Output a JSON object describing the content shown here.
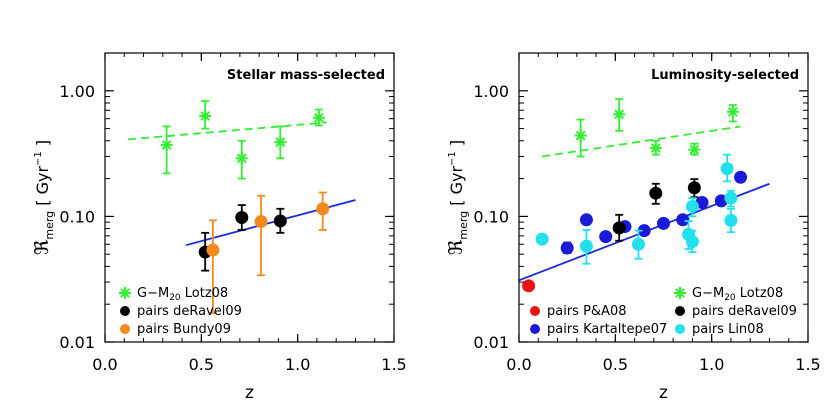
{
  "chart_data": [
    {
      "type": "scatter",
      "annotation": "Stellar mass-selected",
      "xlabel": "z",
      "ylabel_symbol": "ℜ",
      "ylabel_sub": "merg",
      "ylabel_unit_text": "[ Gyr",
      "ylabel_unit_exp": "−1",
      "ylabel_unit_close": "]",
      "xlim": [
        0.0,
        1.5
      ],
      "ylim": [
        0.01,
        2.0
      ],
      "yscale": "log",
      "xtick_labels": [
        "0.0",
        "0.5",
        "1.0",
        "1.5"
      ],
      "xtick_values": [
        0.0,
        0.5,
        1.0,
        1.5
      ],
      "ytick_labels": [
        "0.01",
        "0.10",
        "1.00"
      ],
      "ytick_values": [
        0.01,
        0.1,
        1.0
      ],
      "series": [
        {
          "name_main": "G−M",
          "name_sub": "20",
          "name_rest": " Lotz08",
          "marker": "asterisk",
          "color": "#33ee33",
          "points": [
            {
              "x": 0.32,
              "y": 0.37,
              "ylo": 0.22,
              "yhi": 0.52
            },
            {
              "x": 0.52,
              "y": 0.63,
              "ylo": 0.5,
              "yhi": 0.83
            },
            {
              "x": 0.71,
              "y": 0.29,
              "ylo": 0.2,
              "yhi": 0.4
            },
            {
              "x": 0.91,
              "y": 0.39,
              "ylo": 0.29,
              "yhi": 0.52
            },
            {
              "x": 1.11,
              "y": 0.61,
              "ylo": 0.53,
              "yhi": 0.71
            }
          ]
        },
        {
          "name": "pairs deRavel09",
          "marker": "circle",
          "color": "#000000",
          "points": [
            {
              "x": 0.52,
              "y": 0.052,
              "ylo": 0.037,
              "yhi": 0.074
            },
            {
              "x": 0.71,
              "y": 0.098,
              "ylo": 0.078,
              "yhi": 0.123
            },
            {
              "x": 0.91,
              "y": 0.092,
              "ylo": 0.074,
              "yhi": 0.115
            }
          ]
        },
        {
          "name": "pairs Bundy09",
          "marker": "circle",
          "color": "#f28a1e",
          "points": [
            {
              "x": 0.56,
              "y": 0.054,
              "ylo": 0.017,
              "yhi": 0.093
            },
            {
              "x": 0.81,
              "y": 0.091,
              "ylo": 0.034,
              "yhi": 0.146
            },
            {
              "x": 1.13,
              "y": 0.115,
              "ylo": 0.078,
              "yhi": 0.155
            }
          ]
        }
      ],
      "fits": [
        {
          "color": "#33ee33",
          "style": "dashed",
          "x": [
            0.12,
            1.15
          ],
          "y": [
            0.41,
            0.56
          ]
        },
        {
          "color": "#1a2ad8",
          "style": "solid",
          "x": [
            0.42,
            1.3
          ],
          "y": [
            0.059,
            0.135
          ]
        }
      ]
    },
    {
      "type": "scatter",
      "annotation": "Luminosity-selected",
      "xlabel": "z",
      "ylabel_symbol": "ℜ",
      "ylabel_sub": "merg",
      "ylabel_unit_text": "[ Gyr",
      "ylabel_unit_exp": "−1",
      "ylabel_unit_close": "]",
      "xlim": [
        0.0,
        1.5
      ],
      "ylim": [
        0.01,
        2.0
      ],
      "yscale": "log",
      "xtick_labels": [
        "0.0",
        "0.5",
        "1.0",
        "1.5"
      ],
      "xtick_values": [
        0.0,
        0.5,
        1.0,
        1.5
      ],
      "ytick_labels": [
        "0.01",
        "0.10",
        "1.00"
      ],
      "ytick_values": [
        0.01,
        0.1,
        1.0
      ],
      "series": [
        {
          "name": "pairs P&A08",
          "marker": "circle",
          "color": "#ee1111",
          "points": [
            {
              "x": 0.05,
              "y": 0.028
            }
          ]
        },
        {
          "name": "pairs Kartaltepe07",
          "marker": "circle",
          "color": "#1a1ad8",
          "points": [
            {
              "x": 0.25,
              "y": 0.056,
              "ylo": 0.051,
              "yhi": 0.062
            },
            {
              "x": 0.35,
              "y": 0.094
            },
            {
              "x": 0.45,
              "y": 0.069
            },
            {
              "x": 0.55,
              "y": 0.083
            },
            {
              "x": 0.65,
              "y": 0.077
            },
            {
              "x": 0.75,
              "y": 0.088
            },
            {
              "x": 0.85,
              "y": 0.094
            },
            {
              "x": 0.95,
              "y": 0.129
            },
            {
              "x": 1.05,
              "y": 0.133
            },
            {
              "x": 1.15,
              "y": 0.205
            }
          ]
        },
        {
          "name_main": "G−M",
          "name_sub": "20",
          "name_rest": " Lotz08",
          "marker": "asterisk",
          "color": "#33ee33",
          "points": [
            {
              "x": 0.32,
              "y": 0.44,
              "ylo": 0.3,
              "yhi": 0.59
            },
            {
              "x": 0.52,
              "y": 0.65,
              "ylo": 0.48,
              "yhi": 0.86
            },
            {
              "x": 0.71,
              "y": 0.35,
              "ylo": 0.31,
              "yhi": 0.4
            },
            {
              "x": 0.91,
              "y": 0.34,
              "ylo": 0.31,
              "yhi": 0.38
            },
            {
              "x": 1.11,
              "y": 0.68,
              "ylo": 0.57,
              "yhi": 0.77
            }
          ]
        },
        {
          "name": "pairs deRavel09",
          "marker": "circle",
          "color": "#000000",
          "points": [
            {
              "x": 0.52,
              "y": 0.081,
              "ylo": 0.064,
              "yhi": 0.103
            },
            {
              "x": 0.71,
              "y": 0.153,
              "ylo": 0.126,
              "yhi": 0.182
            },
            {
              "x": 0.91,
              "y": 0.169,
              "ylo": 0.142,
              "yhi": 0.198
            }
          ]
        },
        {
          "name": "pairs Lin08",
          "marker": "circle",
          "color": "#22e0ee",
          "points": [
            {
              "x": 0.12,
              "y": 0.066,
              "ylo": 0.061,
              "yhi": 0.071
            },
            {
              "x": 0.35,
              "y": 0.058,
              "ylo": 0.042,
              "yhi": 0.078
            },
            {
              "x": 0.62,
              "y": 0.06,
              "ylo": 0.046,
              "yhi": 0.077
            },
            {
              "x": 0.88,
              "y": 0.072,
              "ylo": 0.055,
              "yhi": 0.092
            },
            {
              "x": 0.9,
              "y": 0.063,
              "ylo": 0.052,
              "yhi": 0.077
            },
            {
              "x": 0.9,
              "y": 0.12,
              "ylo": 0.1,
              "yhi": 0.14
            },
            {
              "x": 1.08,
              "y": 0.24,
              "ylo": 0.19,
              "yhi": 0.31
            },
            {
              "x": 1.1,
              "y": 0.093,
              "ylo": 0.075,
              "yhi": 0.115
            },
            {
              "x": 1.1,
              "y": 0.14,
              "ylo": 0.12,
              "yhi": 0.16
            }
          ]
        }
      ],
      "fits": [
        {
          "color": "#33ee33",
          "style": "dashed",
          "x": [
            0.12,
            1.15
          ],
          "y": [
            0.3,
            0.52
          ]
        },
        {
          "color": "#1a2ad8",
          "style": "solid",
          "x": [
            0.0,
            1.3
          ],
          "y": [
            0.031,
            0.182
          ]
        }
      ]
    }
  ]
}
